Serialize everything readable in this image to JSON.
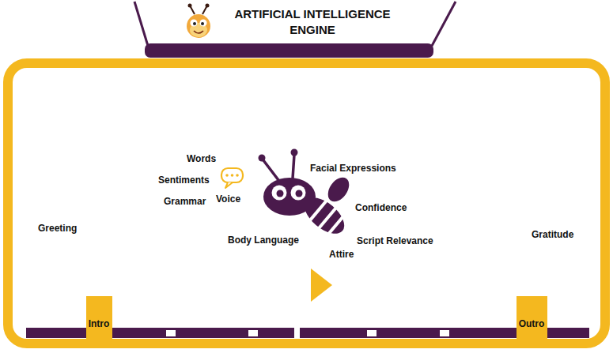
{
  "diagram": {
    "title": "ARTIFICIAL INTELLIGENCE ENGINE",
    "nodes": [
      {
        "text": [
          "Intro"
        ]
      },
      {
        "text": [
          "Outro"
        ]
      }
    ],
    "labels": [
      "Words",
      "Sentiments",
      "Grammar",
      "Voice",
      "Facial Expressions",
      "Confidence",
      "Body Language",
      "Script Relevance",
      "Attire",
      "Greeting",
      "Gratitude"
    ]
  }
}
